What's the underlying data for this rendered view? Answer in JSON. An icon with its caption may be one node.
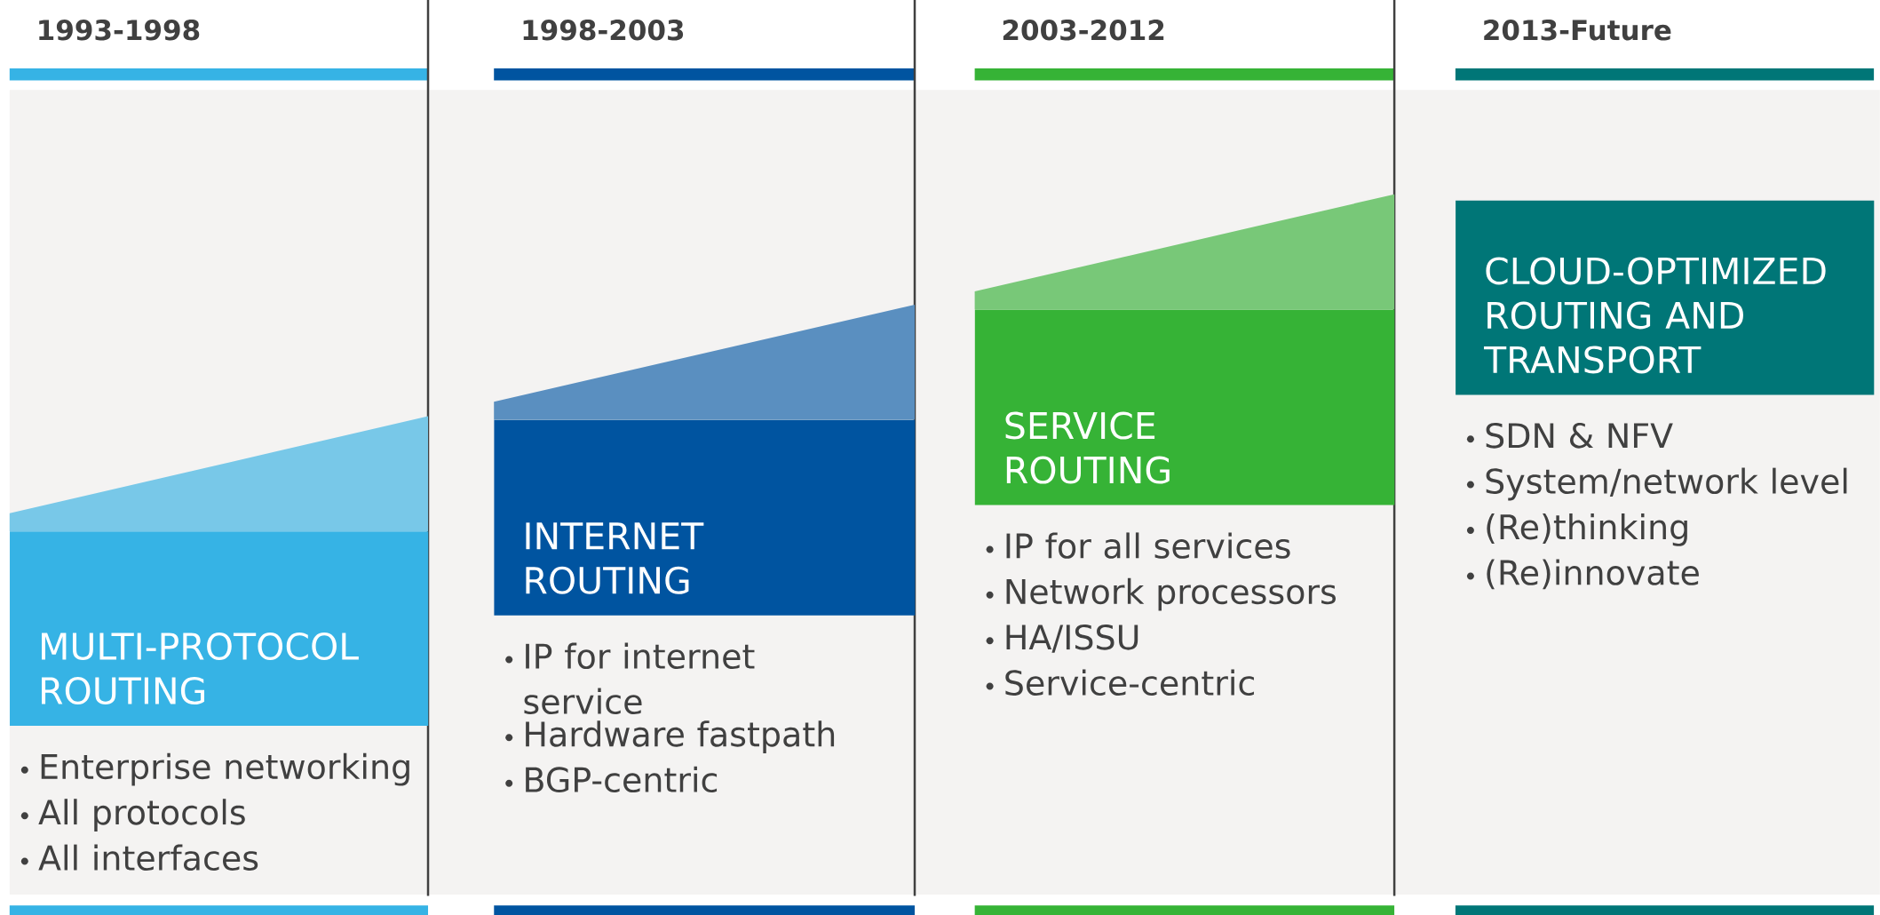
{
  "diagram": {
    "nodes": [
      {
        "text": [
          "MULTI-PROTOCOL ROUTING"
        ],
        "beside": [
          "Enterprise networking",
          "All protocols",
          "All interfaces"
        ]
      },
      {
        "text": [
          "INTERNET ROUTING"
        ],
        "beside": [
          "IP for internet service",
          "Hardware fastpath",
          "BGP-centric"
        ]
      },
      {
        "text": [
          "SERVICE ROUTING"
        ],
        "beside": [
          "IP for all services",
          "Network processors",
          "HA/ISSU",
          "Service-centric"
        ]
      },
      {
        "text": [
          "CLOUD-OPTIMIZED ROUTING AND TRANSPORT"
        ],
        "beside": [
          "SDN & NFV",
          "System/network level",
          "(Re)thinking",
          "(Re)innovate"
        ]
      }
    ],
    "edges": [],
    "labels": [
      "1993-1998",
      "1998-2003",
      "2003-2012",
      "2013-Future"
    ]
  }
}
